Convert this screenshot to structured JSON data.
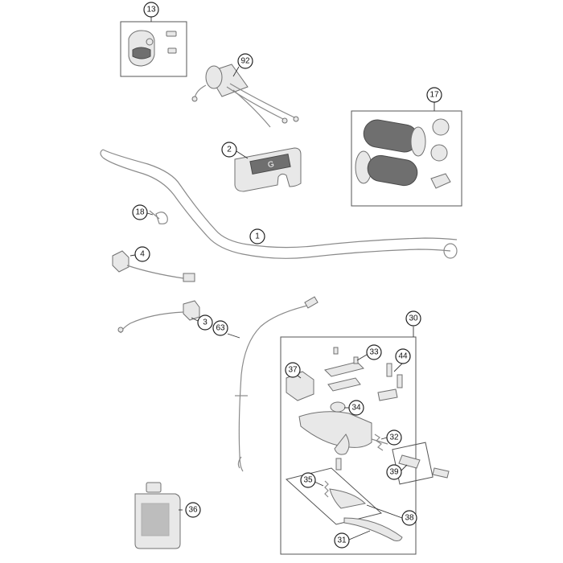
{
  "diagram": {
    "callouts": {
      "c1": "1",
      "c2": "2",
      "c3": "3",
      "c4": "4",
      "c13": "13",
      "c17": "17",
      "c18": "18",
      "c30": "30",
      "c31": "31",
      "c32": "32",
      "c33": "33",
      "c34": "34",
      "c35": "35",
      "c36": "36",
      "c37": "37",
      "c38": "38",
      "c39": "39",
      "c44": "44",
      "c63": "63",
      "c92": "92"
    },
    "pad_logo_letter": "G"
  }
}
